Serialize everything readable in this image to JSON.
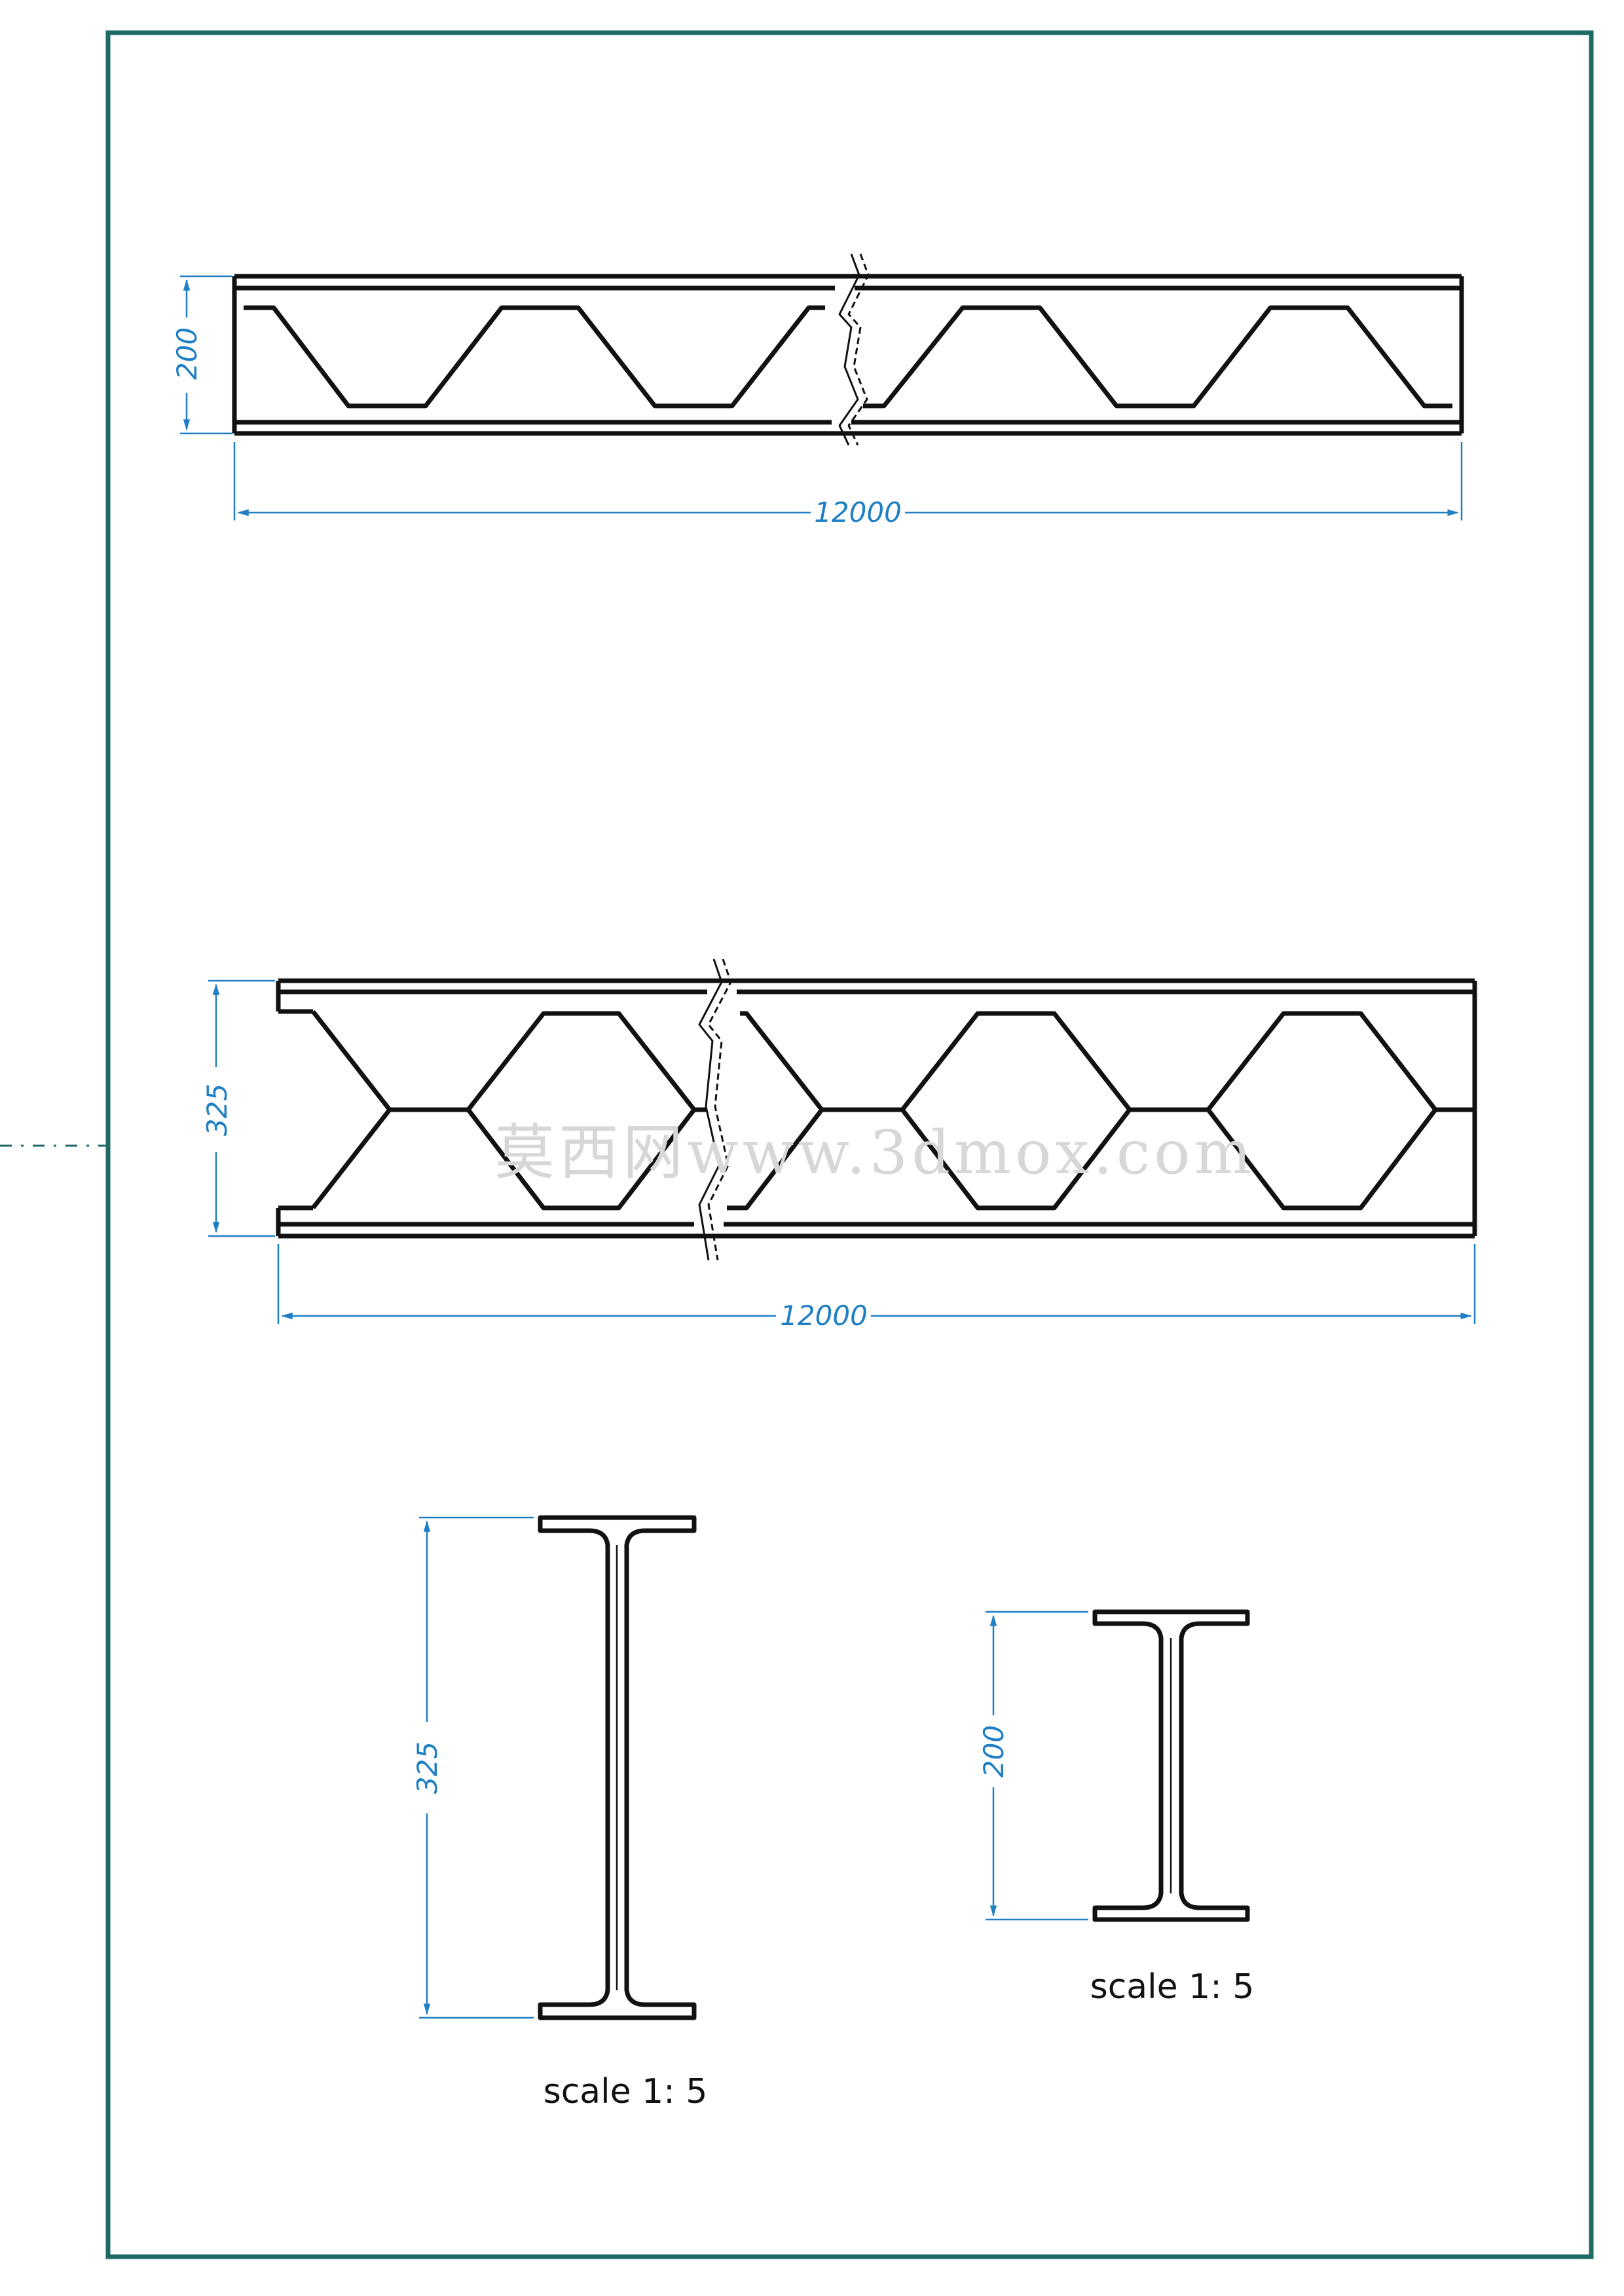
{
  "drawing": {
    "colors": {
      "frame": "#1e6a67",
      "line": "#111111",
      "dimension": "#1f7fc4",
      "watermark": "#d7d7d7"
    },
    "view_top": {
      "height_label": "200",
      "length_label": "12000"
    },
    "view_middle": {
      "height_label": "325",
      "length_label": "12000"
    },
    "section_large": {
      "height_label": "325",
      "scale_label": "scale 1: 5"
    },
    "section_small": {
      "height_label": "200",
      "scale_label": "scale 1: 5"
    },
    "watermark": "莫西网www.3dmox.com"
  }
}
